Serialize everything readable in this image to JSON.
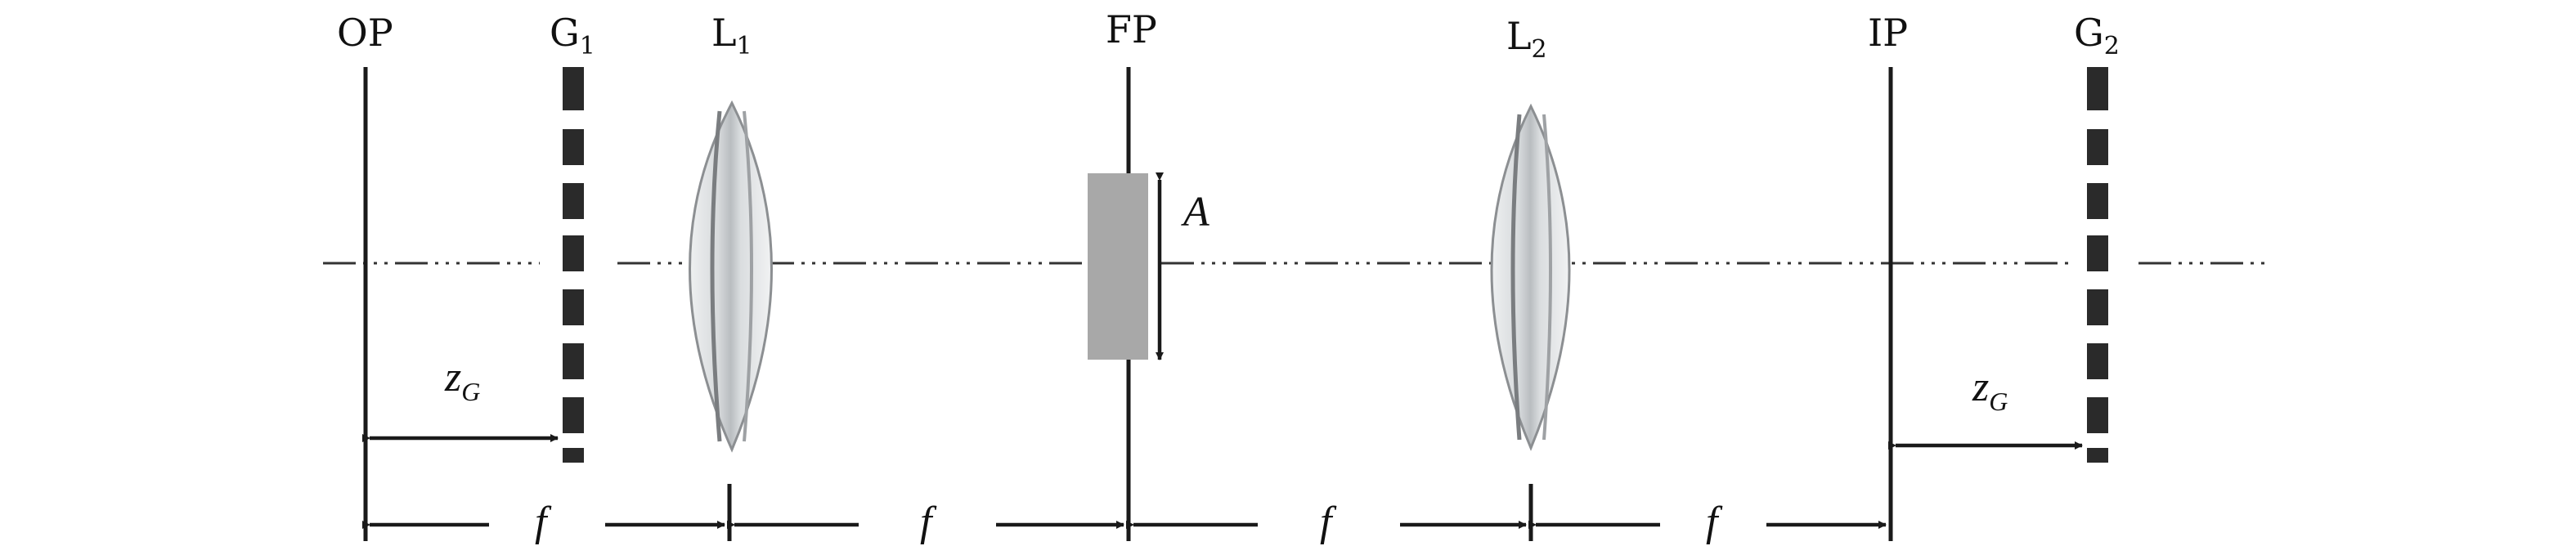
{
  "labels": {
    "op": "OP",
    "g1_main": "G",
    "g1_sub": "1",
    "l1_main": "L",
    "l1_sub": "1",
    "fp": "FP",
    "l2_main": "L",
    "l2_sub": "2",
    "ip": "IP",
    "g2_main": "G",
    "g2_sub": "2",
    "aperture": "A",
    "z_main": "z",
    "z_sub": "G",
    "focal": "f"
  },
  "colors": {
    "line": "#1a1a1a",
    "grating": "#2a2a2a",
    "aperture_fill": "#a8a8a8",
    "lens_glass": "#d9dcde",
    "lens_edge": "#8c8f92"
  }
}
